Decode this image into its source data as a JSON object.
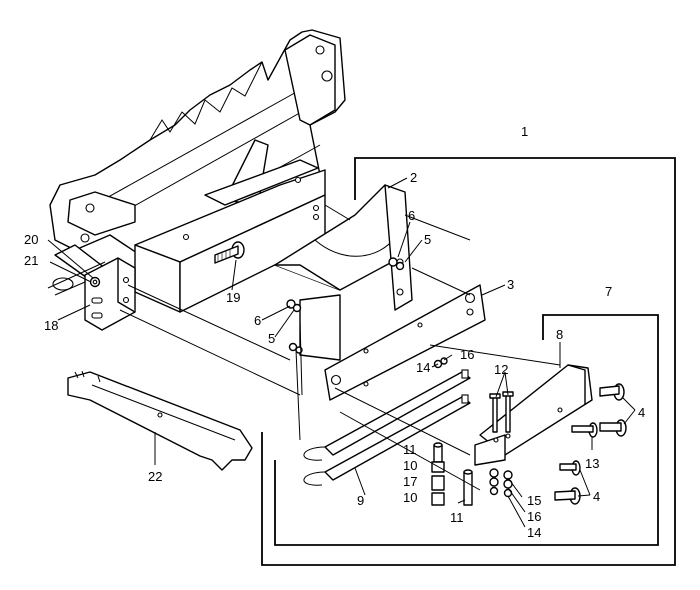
{
  "callouts": {
    "c1": "1",
    "c2": "2",
    "c3": "3",
    "c4a": "4",
    "c4b": "4",
    "c5a": "5",
    "c5b": "5",
    "c6a": "6",
    "c6b": "6",
    "c7": "7",
    "c8": "8",
    "c9": "9",
    "c10a": "10",
    "c10b": "10",
    "c11a": "11",
    "c11b": "11",
    "c12": "12",
    "c13": "13",
    "c14a": "14",
    "c14b": "14",
    "c15": "15",
    "c16a": "16",
    "c16b": "16",
    "c17": "17",
    "c18": "18",
    "c19": "19",
    "c20": "20",
    "c21": "21",
    "c22": "22"
  }
}
